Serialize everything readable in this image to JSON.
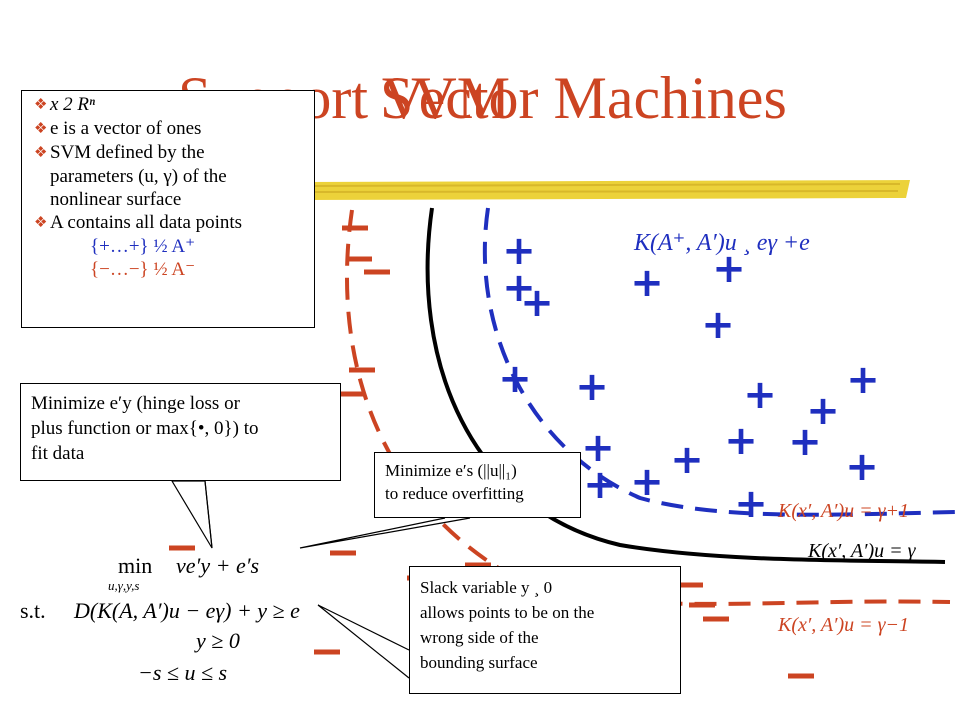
{
  "slide": {
    "title_back": "Support Vector Machines",
    "title_front": "SVM",
    "colors": {
      "red": "#cc4422",
      "blue": "#1f2fbf",
      "black": "#000000",
      "yellow": "#ecd23a"
    },
    "box_definitions": {
      "line1": "x 2 Rⁿ",
      "line2": "e is a vector of ones",
      "line3": "SVM defined by the",
      "line4": "parameters (u, γ) of the",
      "line5": "nonlinear surface",
      "line6": "A contains all data points",
      "line7": "{+…+} ½ A⁺",
      "line8": "{−…−} ½ A⁻"
    },
    "box_hinge": {
      "line1": "Minimize e′y (hinge loss or",
      "line2": "plus function or max{•, 0}) to",
      "line3": "fit data"
    },
    "box_overfit": {
      "line1": "Minimize e′s (||u||₁)",
      "line2": "to reduce overfitting"
    },
    "box_slack": {
      "line1": "Slack variable y ¸ 0",
      "line2": "allows points to be on the",
      "line3": "wrong side of the",
      "line4": "bounding surface"
    },
    "labels": {
      "top_right": "K(A⁺, A′)u ¸ eγ +e",
      "plus_surface": "K(x′, A′)u = γ+1",
      "middle_surface": "K(x′, A′)u = γ",
      "minus_surface": "K(x′, A′)u = γ−1"
    },
    "formula": {
      "min": "min",
      "objective": "νe′y + e′s",
      "vars": "u,γ,y,s",
      "st": "s.t.",
      "c1": "D(K(A, A′)u − eγ) + y ≥ e",
      "c2": "y ≥ 0",
      "c3": "−s ≤ u ≤ s"
    },
    "plus_symbol": "+",
    "minus_symbol": "−"
  }
}
